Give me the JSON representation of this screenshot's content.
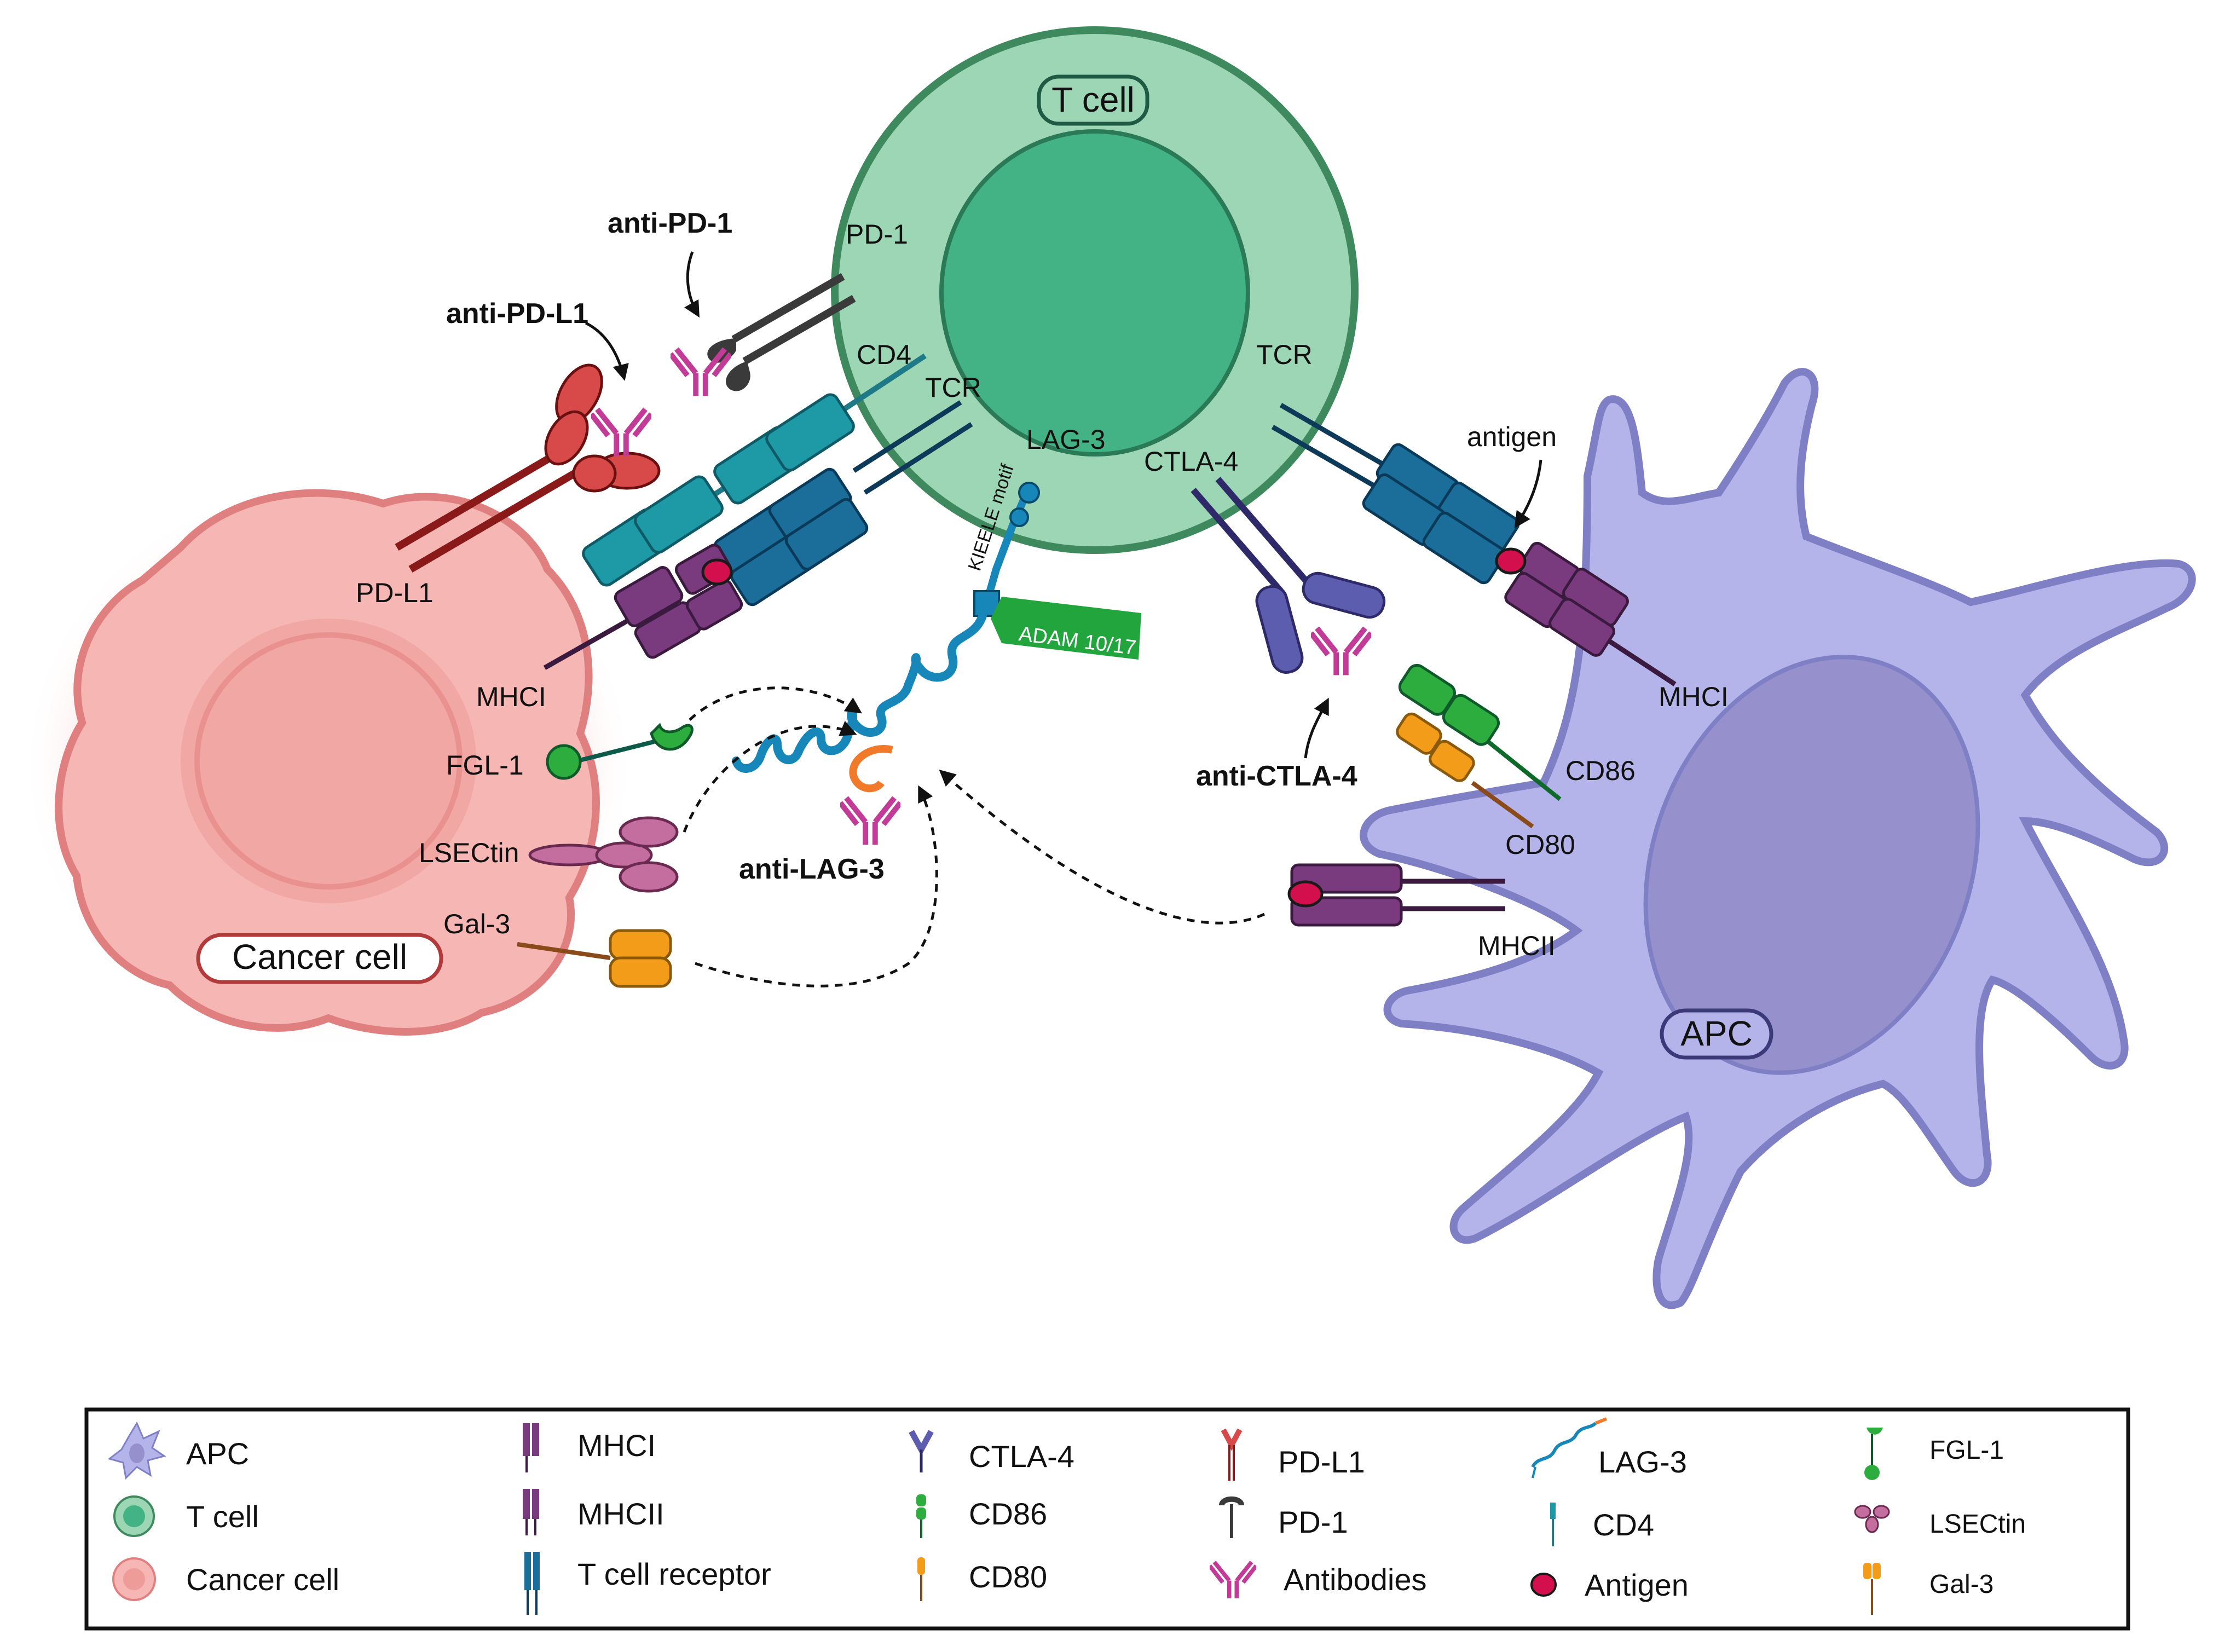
{
  "cells": {
    "t_cell": "T cell",
    "cancer_cell": "Cancer cell",
    "apc": "APC"
  },
  "labels": {
    "pd1": "PD-1",
    "cd4": "CD4",
    "tcr_left": "TCR",
    "lag3": "LAG-3",
    "ctla4": "CTLA-4",
    "tcr_right": "TCR",
    "antigen": "antigen",
    "pdl1": "PD-L1",
    "mhci_left": "MHCI",
    "fgl1": "FGL-1",
    "lsectin": "LSECtin",
    "gal3": "Gal-3",
    "mhci_right": "MHCI",
    "cd86": "CD86",
    "cd80": "CD80",
    "mhcii": "MHCII",
    "kieele": "KIEELE motif",
    "adam": "ADAM 10/17"
  },
  "drugs": {
    "anti_pd1": "anti-PD-1",
    "anti_pdl1": "anti-PD-L1",
    "anti_lag3": "anti-LAG-3",
    "anti_ctla4": "anti-CTLA-4"
  },
  "legend": {
    "items": [
      {
        "label": "APC",
        "icon": "apc-icon"
      },
      {
        "label": "T cell",
        "icon": "t-cell-icon"
      },
      {
        "label": "Cancer cell",
        "icon": "cancer-cell-icon"
      },
      {
        "label": "MHCI",
        "icon": "mhci-icon"
      },
      {
        "label": "MHCII",
        "icon": "mhcii-icon"
      },
      {
        "label": "T cell receptor",
        "icon": "tcr-icon"
      },
      {
        "label": "CTLA-4",
        "icon": "ctla4-icon"
      },
      {
        "label": "CD86",
        "icon": "cd86-icon"
      },
      {
        "label": "CD80",
        "icon": "cd80-icon"
      },
      {
        "label": "PD-L1",
        "icon": "pdl1-icon"
      },
      {
        "label": "PD-1",
        "icon": "pd1-icon"
      },
      {
        "label": "Antibodies",
        "icon": "antibody-icon"
      },
      {
        "label": "LAG-3",
        "icon": "lag3-icon"
      },
      {
        "label": "CD4",
        "icon": "cd4-icon"
      },
      {
        "label": "Antigen",
        "icon": "antigen-icon"
      },
      {
        "label": "FGL-1",
        "icon": "fgl1-icon"
      },
      {
        "label": "LSECtin",
        "icon": "lsectin-icon"
      },
      {
        "label": "Gal-3",
        "icon": "gal3-icon"
      }
    ]
  },
  "colors": {
    "t_cell_outer": "#9dd6b4",
    "t_cell_inner": "#43b284",
    "t_cell_border": "#3e8a5e",
    "cancer": "#f6b6b3",
    "cancer_border": "#e07f7f",
    "apc": "#b4b4ea",
    "apc_border": "#7f7fc6",
    "apc_nucleus": "#9690cc",
    "mhc": "#7a3a7e",
    "tcr": "#1b6e9a",
    "cd4": "#1e9aa6",
    "pdl1": "#d84a4a",
    "pd1": "#3a3a3a",
    "ctla4": "#5d5db0",
    "cd86": "#2ead3f",
    "cd80": "#f29c1a",
    "antibody": "#c23b96",
    "antigen": "#d40f4e",
    "lsectin": "#c46ea0",
    "gal3": "#f29c1a",
    "fgl1": "#2ead3f",
    "lag3": "#1786b8",
    "adam": "#22a53c"
  }
}
